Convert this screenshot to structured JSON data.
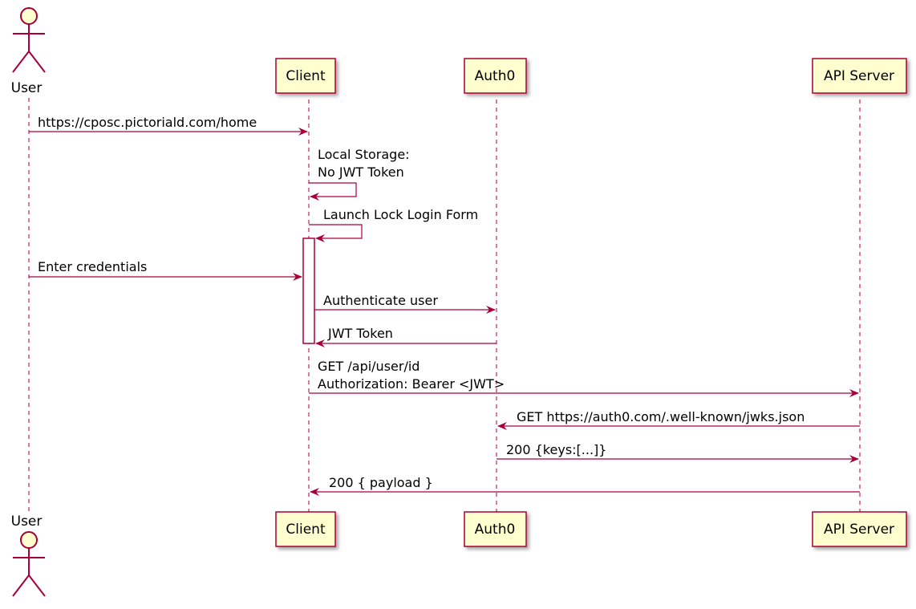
{
  "colors": {
    "line": "#A80036",
    "box_fill": "#FEFECE",
    "activation_fill": "#FFFFFF",
    "text": "#000000"
  },
  "participants": {
    "user": {
      "label": "User",
      "kind": "actor"
    },
    "client": {
      "label": "Client",
      "kind": "participant"
    },
    "auth0": {
      "label": "Auth0",
      "kind": "participant"
    },
    "api": {
      "label": "API Server",
      "kind": "participant"
    }
  },
  "messages": {
    "m1": {
      "from": "user",
      "to": "client",
      "lines": [
        "https://cposc.pictoriald.com/home"
      ]
    },
    "m2": {
      "from": "client",
      "to": "client",
      "lines": [
        "Local Storage:",
        "No JWT Token"
      ]
    },
    "m3": {
      "from": "client",
      "to": "client",
      "lines": [
        "Launch Lock Login Form"
      ]
    },
    "m4": {
      "from": "user",
      "to": "client",
      "lines": [
        "Enter credentials"
      ]
    },
    "m5": {
      "from": "client",
      "to": "auth0",
      "lines": [
        "Authenticate user"
      ]
    },
    "m6": {
      "from": "auth0",
      "to": "client",
      "lines": [
        "JWT Token"
      ]
    },
    "m7": {
      "from": "client",
      "to": "api",
      "lines": [
        "GET /api/user/id",
        "Authorization: Bearer <JWT>"
      ]
    },
    "m8": {
      "from": "api",
      "to": "auth0",
      "lines": [
        "GET https://auth0.com/.well-known/jwks.json"
      ]
    },
    "m9": {
      "from": "auth0",
      "to": "api",
      "lines": [
        "200 {keys:[...]}"
      ]
    },
    "m10": {
      "from": "api",
      "to": "client",
      "lines": [
        "200 { payload }"
      ]
    }
  }
}
